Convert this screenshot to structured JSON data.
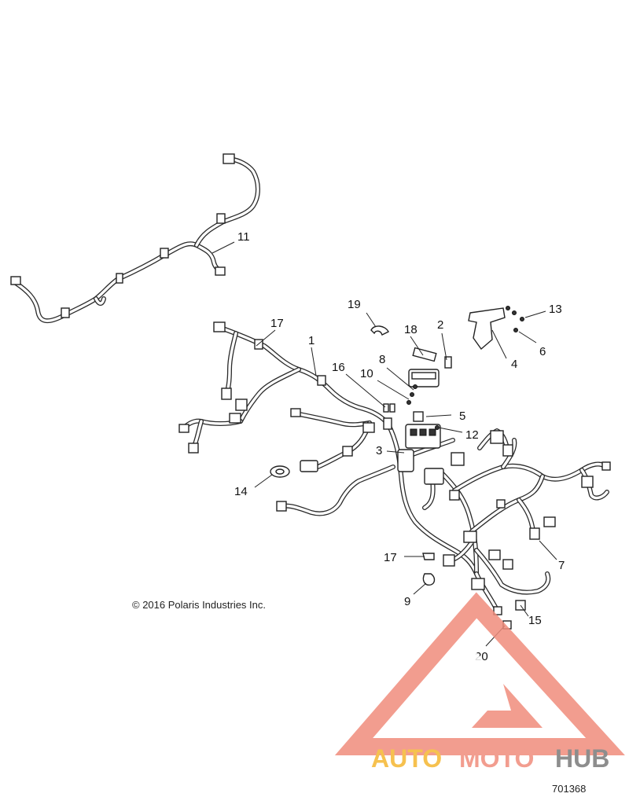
{
  "callouts": [
    {
      "id": "c1",
      "label": "1"
    },
    {
      "id": "c2",
      "label": "2"
    },
    {
      "id": "c3",
      "label": "3"
    },
    {
      "id": "c4",
      "label": "4"
    },
    {
      "id": "c5",
      "label": "5"
    },
    {
      "id": "c6",
      "label": "6"
    },
    {
      "id": "c7",
      "label": "7"
    },
    {
      "id": "c8",
      "label": "8"
    },
    {
      "id": "c9",
      "label": "9"
    },
    {
      "id": "c10",
      "label": "10"
    },
    {
      "id": "c11",
      "label": "11"
    },
    {
      "id": "c12",
      "label": "12"
    },
    {
      "id": "c13",
      "label": "13"
    },
    {
      "id": "c14",
      "label": "14"
    },
    {
      "id": "c15",
      "label": "15"
    },
    {
      "id": "c16",
      "label": "16"
    },
    {
      "id": "c17a",
      "label": "17"
    },
    {
      "id": "c17b",
      "label": "17"
    },
    {
      "id": "c18",
      "label": "18"
    },
    {
      "id": "c19",
      "label": "19"
    },
    {
      "id": "c20",
      "label": "20"
    }
  ],
  "copyright": "© 2016 Polaris Industries Inc.",
  "document_number": "701368",
  "watermark": {
    "part1": "AUTO",
    "part2": "MOTO",
    "part3": "HUB",
    "colors": {
      "auto": "#f5b731",
      "moto": "#f08c7c",
      "hub": "#7a7a7a",
      "triangle": "#f08c7c"
    }
  }
}
